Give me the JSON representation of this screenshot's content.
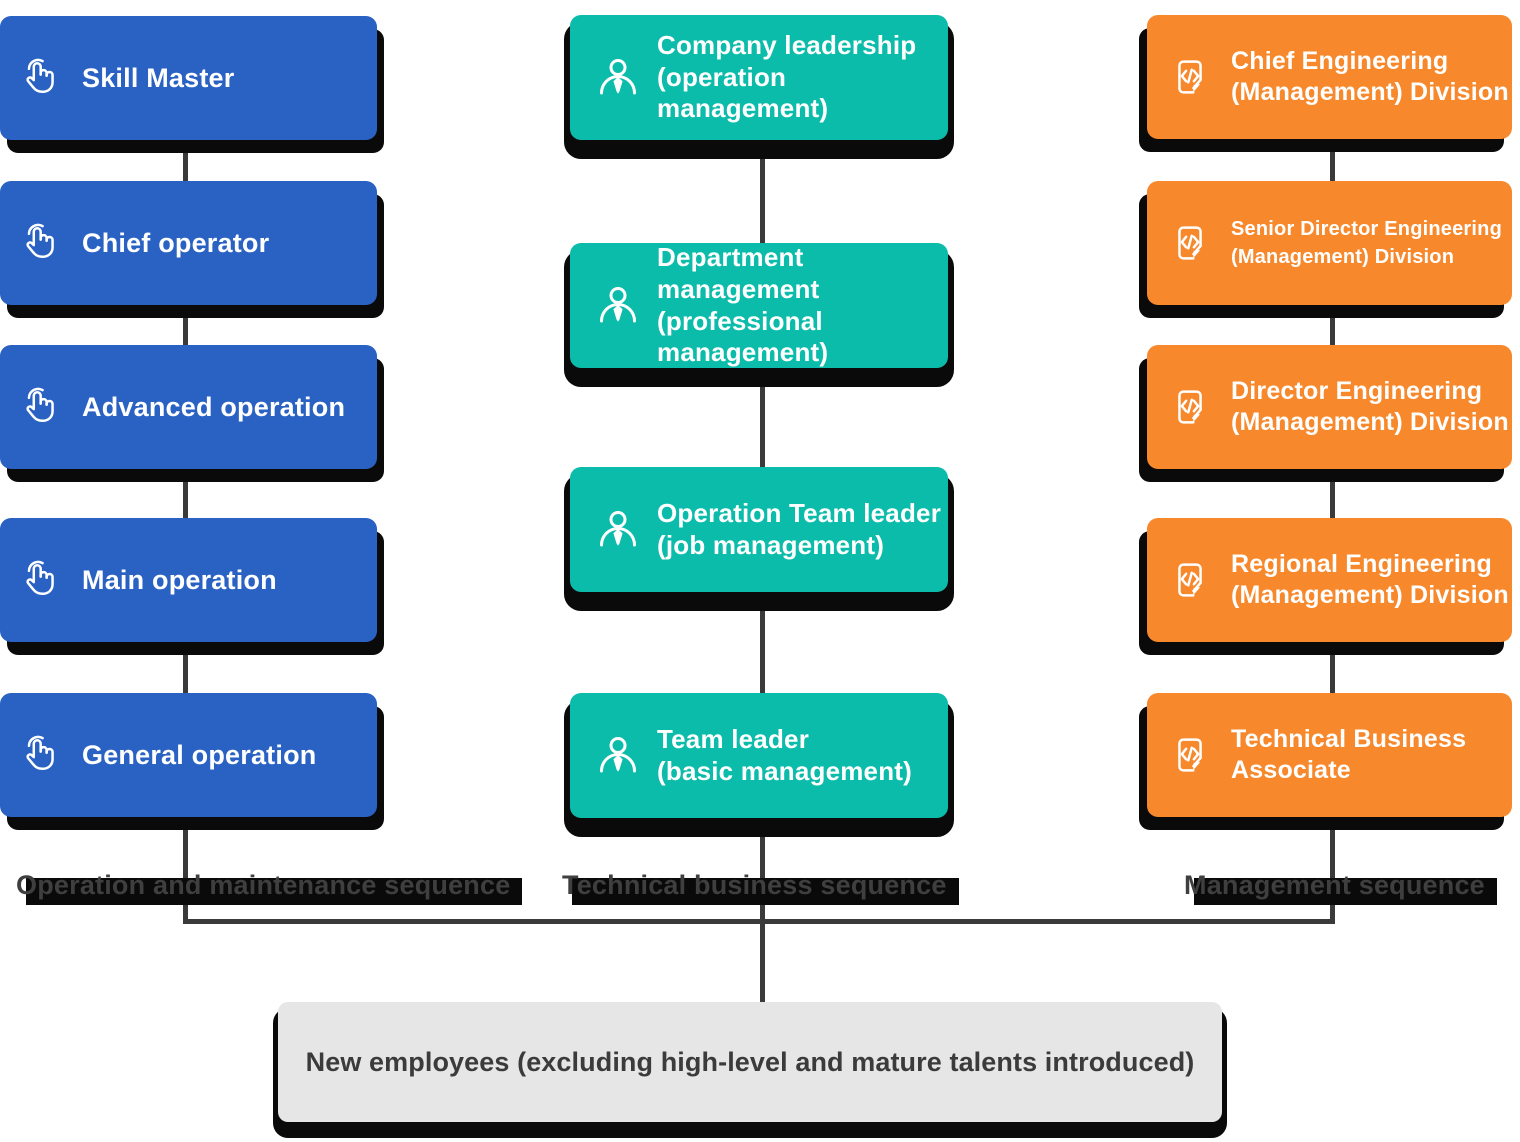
{
  "diagram": {
    "columns": [
      {
        "label": "Operation and maintenance sequence",
        "accent_color": "#2a62c4",
        "icon": "tap-hand-icon",
        "boxes": [
          {
            "title": "Skill Master"
          },
          {
            "title": "Chief operator"
          },
          {
            "title": "Advanced operation"
          },
          {
            "title": "Main operation"
          },
          {
            "title": "General operation"
          }
        ]
      },
      {
        "label": "Technical business sequence",
        "accent_color": "#0cbcab",
        "icon": "person-tie-icon",
        "boxes": [
          {
            "title": "Company leadership\n(operation management)"
          },
          {
            "title": "Department management\n(professional management)"
          },
          {
            "title": "Operation Team leader\n(job management)"
          },
          {
            "title": "Team leader\n(basic management)"
          }
        ]
      },
      {
        "label": "Management sequence",
        "accent_color": "#f7882b",
        "icon": "code-document-icon",
        "boxes": [
          {
            "title": "Chief Engineering\n(Management) Division"
          },
          {
            "title": "Senior Director Engineering\n(Management) Division"
          },
          {
            "title": "Director Engineering\n(Management) Division"
          },
          {
            "title": "Regional Engineering\n(Management) Division"
          },
          {
            "title": "Technical Business\nAssociate"
          }
        ]
      }
    ],
    "footer_box": {
      "title": "New employees (excluding high-level and mature talents introduced)"
    },
    "colors": {
      "blue": "#2a62c4",
      "teal": "#0cbcab",
      "orange": "#f7882b",
      "connector_line": "#3a3a3a",
      "shadow": "#0a0a0a",
      "footer_bg": "#e6e6e6",
      "dark_text": "#3b3b3b"
    }
  }
}
